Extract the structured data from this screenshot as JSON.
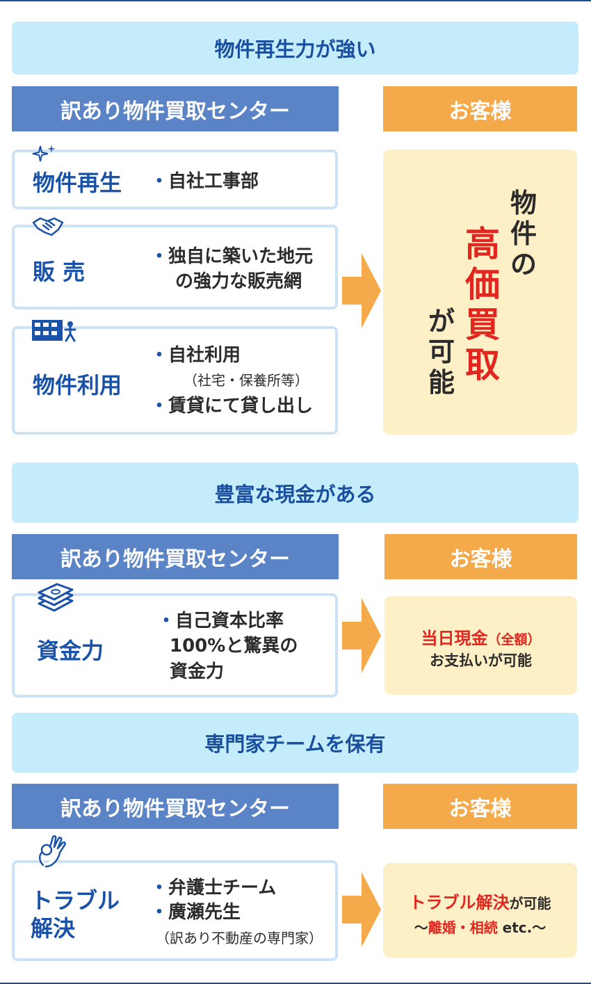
{
  "sections": [
    {
      "title": "物件再生力が強い",
      "left_header": "訳あり物件買取センター",
      "right_header": "お客様",
      "cards": [
        {
          "icon": "sparkle-icon",
          "title": "物件再生",
          "bullets": [
            "自社工事部"
          ]
        },
        {
          "icon": "handshake-icon",
          "title": "販 売",
          "bullets": [
            "独自に築いた地元",
            "の強力な販売網"
          ]
        },
        {
          "icon": "building-person-icon",
          "title": "物件利用",
          "bullets": [
            "自社利用",
            "賃貸にて貸し出し"
          ],
          "note": "（社宅・保養所等）"
        }
      ],
      "result": {
        "col_right": [
          "物",
          "件",
          "の"
        ],
        "col_middle": [
          "高",
          "価",
          "買",
          "取"
        ],
        "col_left": [
          "が",
          "可",
          "能"
        ]
      }
    },
    {
      "title": "豊富な現金がある",
      "left_header": "訳あり物件買取センター",
      "right_header": "お客様",
      "card": {
        "icon": "money-stack-icon",
        "title": "資金力",
        "bullets": [
          "自己資本比率",
          "100%と驚異の",
          "資金力"
        ]
      },
      "result": {
        "highlight": "当日現金",
        "highlight_small": "（全額）",
        "line2": "お支払いが可能"
      }
    },
    {
      "title": "専門家チームを保有",
      "left_header": "訳あり物件買取センター",
      "right_header": "お客様",
      "card": {
        "icon": "ok-hand-icon",
        "title_lines": [
          "トラブル",
          "解決"
        ],
        "bullets": [
          "弁護士チーム",
          "廣瀬先生"
        ],
        "note": "（訳あり不動産の専門家）"
      },
      "result": {
        "highlight": "トラブル解決",
        "suffix": "が可能",
        "line2_prefix": "〜",
        "line2_red": "離婚・相続",
        "line2_rest": " etc.〜"
      }
    }
  ],
  "colors": {
    "navy_rule": "#1b4d96",
    "light_blue": "#c4ecfb",
    "blue_header": "#5b84c6",
    "orange_header": "#f4a94a",
    "card_border": "#cde2f5",
    "result_bg": "#fdf0c6",
    "accent_red": "#e0261f",
    "title_blue": "#1a52a8"
  },
  "bullet_mark": "・"
}
